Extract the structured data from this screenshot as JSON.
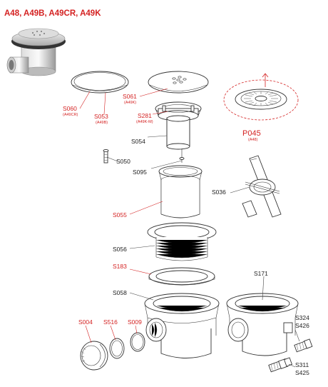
{
  "title": "A48, A49B, A49CR, A49K",
  "parts": [
    {
      "id": "s060",
      "label": "S060",
      "sub": "(A49CR)",
      "color": "#d42222"
    },
    {
      "id": "s053",
      "label": "S053",
      "sub": "(A49B)",
      "color": "#d42222"
    },
    {
      "id": "s061",
      "label": "S061",
      "sub": "(A49K)",
      "color": "#d42222"
    },
    {
      "id": "s281",
      "label": "S281",
      "sub": "(A49K-M)",
      "color": "#d42222"
    },
    {
      "id": "p045",
      "label": "P045",
      "sub": "(A48)",
      "color": "#d42222"
    },
    {
      "id": "s054",
      "label": "S054",
      "sub": "",
      "color": "#222222"
    },
    {
      "id": "s050",
      "label": "S050",
      "sub": "",
      "color": "#222222"
    },
    {
      "id": "s095",
      "label": "S095",
      "sub": "",
      "color": "#222222"
    },
    {
      "id": "s036",
      "label": "S036",
      "sub": "",
      "color": "#222222"
    },
    {
      "id": "s055",
      "label": "S055",
      "sub": "",
      "color": "#d42222"
    },
    {
      "id": "s056",
      "label": "S056",
      "sub": "",
      "color": "#222222"
    },
    {
      "id": "s183",
      "label": "S183",
      "sub": "",
      "color": "#d42222"
    },
    {
      "id": "s171",
      "label": "S171",
      "sub": "",
      "color": "#222222"
    },
    {
      "id": "s058",
      "label": "S058",
      "sub": "",
      "color": "#222222"
    },
    {
      "id": "s004",
      "label": "S004",
      "sub": "",
      "color": "#d42222"
    },
    {
      "id": "s516",
      "label": "S516",
      "sub": "",
      "color": "#d42222"
    },
    {
      "id": "s009",
      "label": "S009",
      "sub": "",
      "color": "#d42222"
    },
    {
      "id": "s324",
      "label": "S324",
      "sub": "",
      "color": "#222222"
    },
    {
      "id": "s426",
      "label": "S426",
      "sub": "",
      "color": "#222222"
    },
    {
      "id": "s311",
      "label": "S311",
      "sub": "",
      "color": "#222222"
    },
    {
      "id": "s425",
      "label": "S425",
      "sub": "",
      "color": "#222222"
    }
  ]
}
